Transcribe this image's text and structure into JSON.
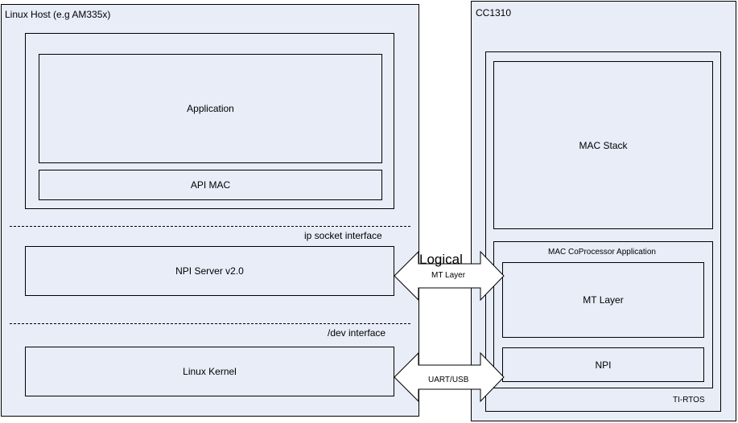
{
  "linux_host": {
    "title": "Linux Host (e.g AM335x)",
    "application": "Application",
    "api_mac": "API MAC",
    "ip_socket_interface": "ip socket interface",
    "npi_server": "NPI Server v2.0",
    "dev_interface": "/dev interface",
    "linux_kernel": "Linux Kernel"
  },
  "links": {
    "logical_label": "Logical",
    "mt_layer_label": "MT Layer",
    "uart_usb_label": "UART/USB"
  },
  "cc1310": {
    "title": "CC1310",
    "mac_stack": "MAC Stack",
    "mac_coprocessor_app": "MAC CoProcessor Application",
    "mt_layer": "MT Layer",
    "npi": "NPI",
    "ti_rtos": "TI-RTOS"
  },
  "colors": {
    "box_fill": "#e8edf8",
    "border": "#000000"
  }
}
